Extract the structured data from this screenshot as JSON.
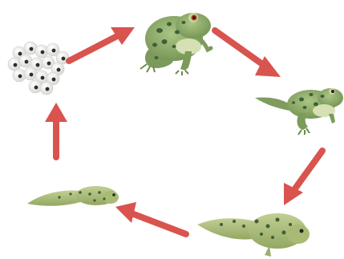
{
  "diagram": {
    "stages": [
      {
        "id": "eggs",
        "icon": "frog-eggs-icon"
      },
      {
        "id": "adult-frog",
        "icon": "adult-frog-icon"
      },
      {
        "id": "froglet",
        "icon": "froglet-with-tail-icon"
      },
      {
        "id": "tadpole-with-legs",
        "icon": "tadpole-with-legs-icon"
      },
      {
        "id": "young-tadpole",
        "icon": "young-tadpole-icon"
      }
    ],
    "cycle_order": [
      "eggs",
      "adult-frog",
      "froglet",
      "tadpole-with-legs",
      "young-tadpole",
      "eggs"
    ],
    "colors": {
      "arrow": "#d9534f",
      "frog_body": "#8fae6a",
      "frog_spots": "#3f5f38",
      "egg": "#f1f2ef",
      "egg_core": "#2d2d2d"
    }
  }
}
